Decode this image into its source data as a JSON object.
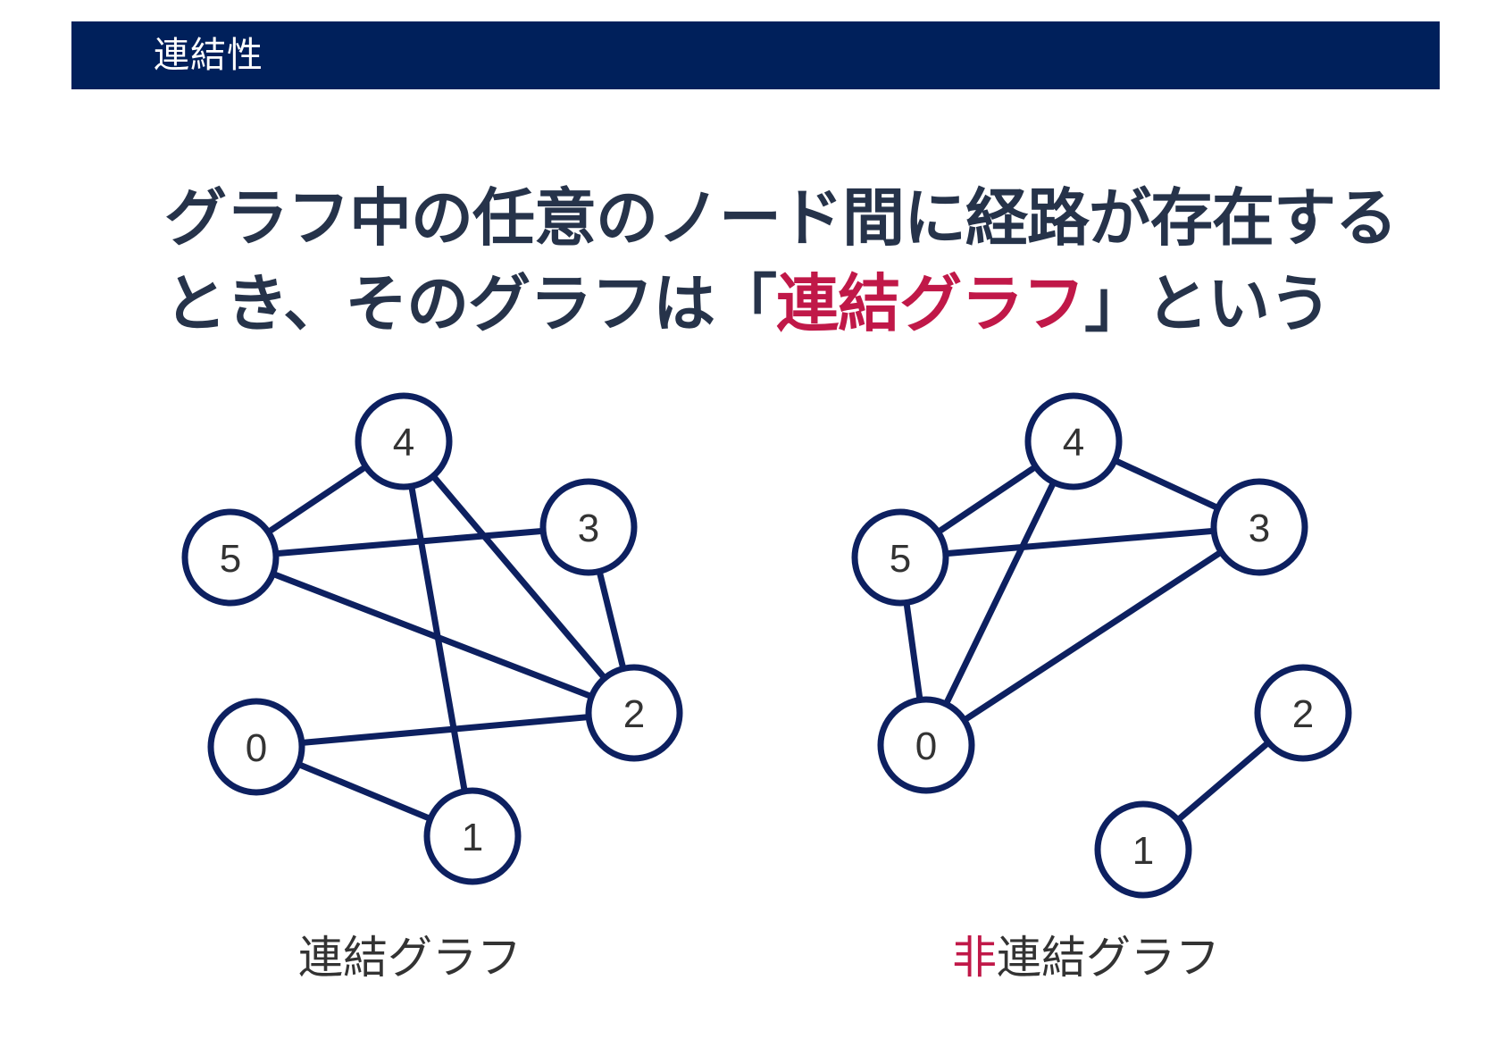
{
  "header": {
    "title": "連結性"
  },
  "headline": {
    "line1": "グラフ中の任意のノード間に経路が存在する",
    "line2_before": "とき、そのグラフは「",
    "line2_accent": "連結グラフ",
    "line2_after": "」という"
  },
  "colors": {
    "header_bg": "#00205b",
    "node_stroke": "#0d2060",
    "edge": "#0d2060",
    "accent": "#c01848",
    "headline_text": "#26334a"
  },
  "graphs": [
    {
      "nodes": [
        "0",
        "1",
        "2",
        "3",
        "4",
        "5"
      ],
      "edges": [
        [
          "5",
          "4"
        ],
        [
          "5",
          "3"
        ],
        [
          "5",
          "2"
        ],
        [
          "4",
          "2"
        ],
        [
          "4",
          "1"
        ],
        [
          "3",
          "2"
        ],
        [
          "0",
          "2"
        ],
        [
          "0",
          "1"
        ]
      ],
      "caption": {
        "accent": "",
        "text": "連結グラフ"
      }
    },
    {
      "nodes": [
        "0",
        "1",
        "2",
        "3",
        "4",
        "5"
      ],
      "edges": [
        [
          "5",
          "4"
        ],
        [
          "4",
          "3"
        ],
        [
          "5",
          "3"
        ],
        [
          "5",
          "0"
        ],
        [
          "4",
          "0"
        ],
        [
          "0",
          "3"
        ],
        [
          "2",
          "1"
        ]
      ],
      "caption": {
        "accent": "非",
        "text": "連結グラフ"
      }
    }
  ]
}
